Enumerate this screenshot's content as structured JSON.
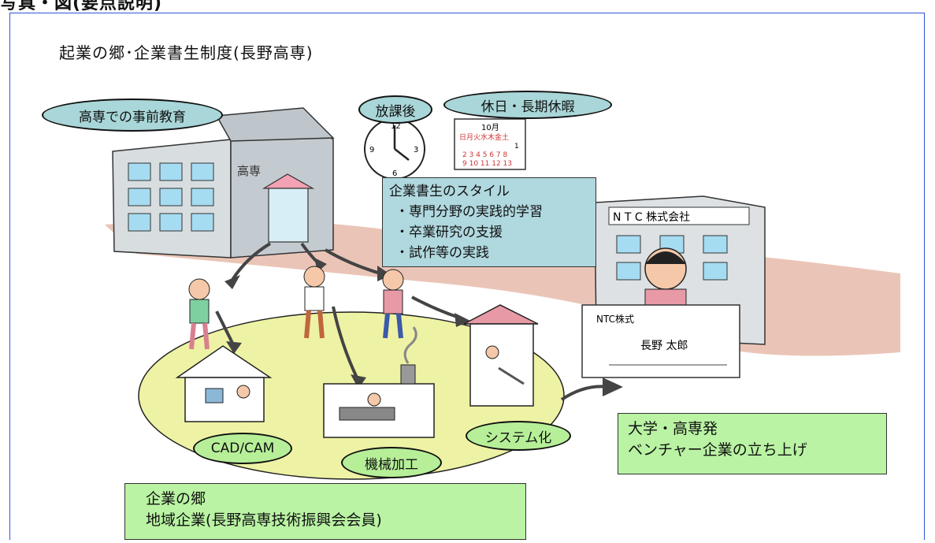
{
  "header": {
    "label": "写真・図(要点説明)"
  },
  "title": "起業の郷･企業書生制度(長野高専)",
  "bubbles": {
    "pre_education": "高専での事前教育",
    "after_school": "放課後",
    "holidays": "休日・長期休暇",
    "cad_cam": "CAD/CAM",
    "machining": "機械加工",
    "systemization": "システム化"
  },
  "style_box": {
    "heading": "企業書生のスタイル",
    "items": [
      "・専門分野の実践的学習",
      "・卒業研究の支援",
      "・試作等の実践"
    ]
  },
  "venture_box": {
    "line1": "大学・高専発",
    "line2": "ベンチャー企業の立ち上げ"
  },
  "region_box": {
    "line1": "企業の郷",
    "line2": "地域企業(長野高専技術振興会会員)"
  },
  "illustration": {
    "school_sign": "高専",
    "company_sign": "N T C 株式会社",
    "card_company": "NTC株式",
    "card_name": "長野 太郎",
    "calendar_month": "10月",
    "calendar_weekdays": "日月火水木金土",
    "calendar_row1": "1",
    "calendar_row2": "2 3 4 5 6 7 8",
    "calendar_row3": "9 10 11 12 13"
  },
  "colors": {
    "bubble_blue": "#a9d6d8",
    "bubble_green": "#b6ef98",
    "box_green": "#b9f3a3",
    "ground": "#eef2a4",
    "frame": "#2d55d8"
  }
}
